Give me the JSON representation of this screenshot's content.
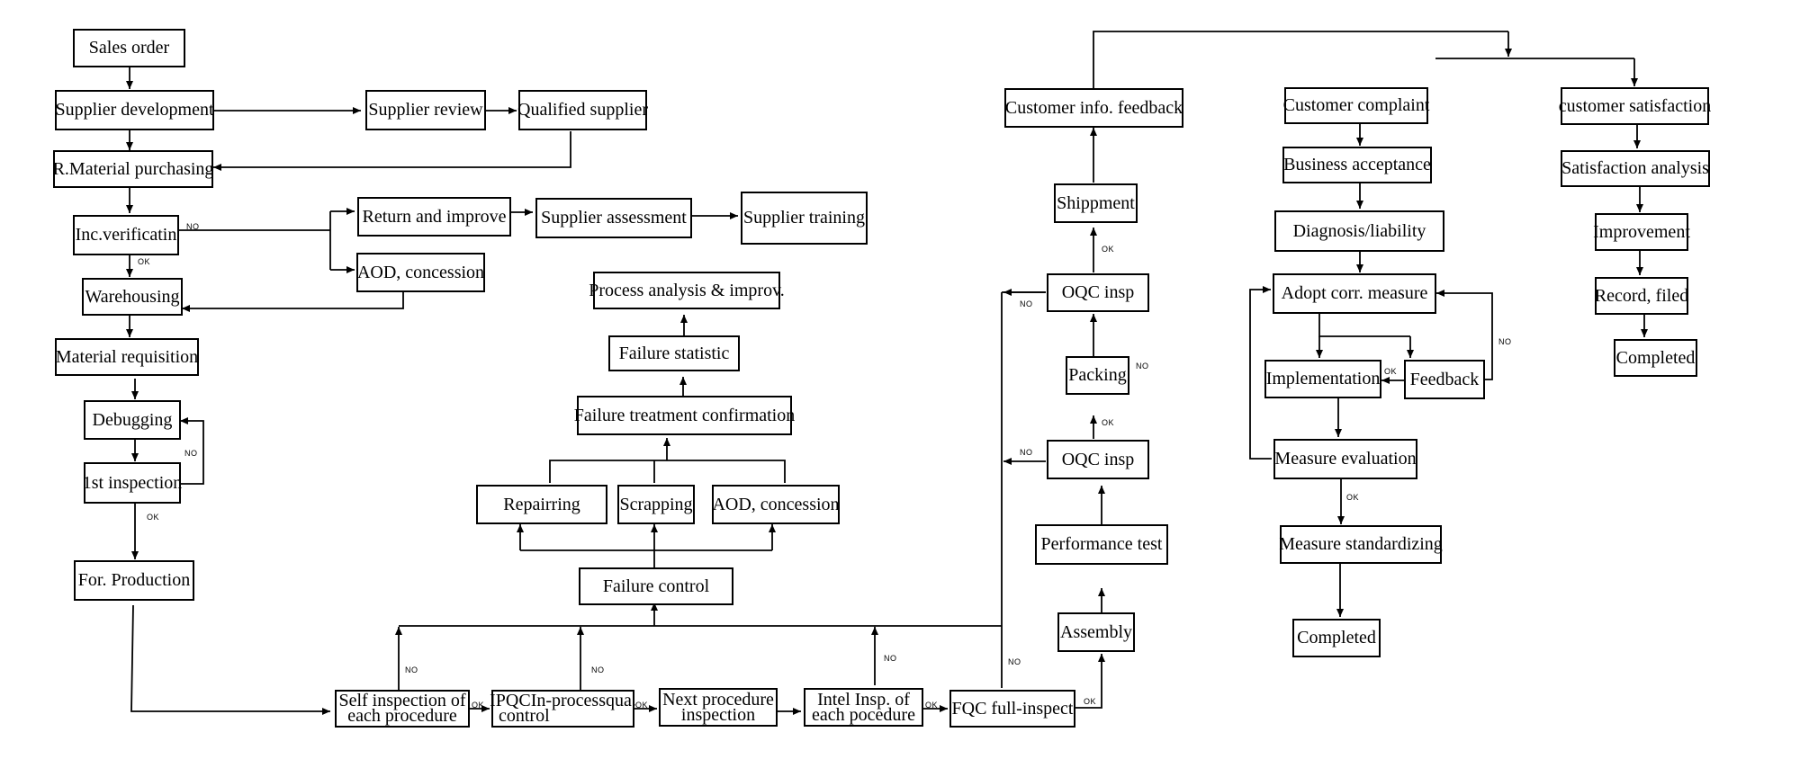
{
  "boxes": {
    "sales_order": "Sales order",
    "supplier_development": "Supplier development",
    "supplier_review": "Supplier review",
    "qualified_supplier": "Qualified supplier",
    "rmaterial_purchasing": "R.Material purchasing",
    "inc_verification": "Inc.verificatin",
    "return_improve": "Return and improve",
    "supplier_assessment": "Supplier assessment",
    "supplier_training": "Supplier training",
    "aod_concession_top": "AOD, concession",
    "warehousing": "Warehousing",
    "material_requisition": "Material requisition",
    "debugging": "Debugging",
    "first_inspection": "1st inspection",
    "for_production": "For. Production",
    "self_inspection_l1": "Self inspection of",
    "self_inspection_l2": "each procedure",
    "ipqc_l1": "IPQCIn-processqua.",
    "ipqc_l2": "control",
    "next_procedure_l1": "Next procedure",
    "next_procedure_l2": "inspection",
    "intel_insp_l1": "Intel Insp. of",
    "intel_insp_l2": "each pocedure",
    "fqc": "FQC full-inspect",
    "failure_control": "Failure control",
    "repairing": "Repairring",
    "scrapping": "Scrapping",
    "aod_concession_mid": "AOD, concession",
    "failure_treatment": "Failure treatment confirmation",
    "failure_statistic": "Failure statistic",
    "process_analysis": "Process analysis & improv.",
    "assembly": "Assembly",
    "performance_test": "Performance test",
    "oqc_insp_lower": "OQC insp",
    "packing": "Packing",
    "oqc_insp_upper": "OQC insp",
    "shipment": "Shippment",
    "customer_feedback": "Customer info. feedback",
    "customer_complaint": "Customer complaint",
    "business_acceptance": "Business acceptance",
    "diagnosis": "Diagnosis/liability",
    "adopt_measure": "Adopt corr. measure",
    "implementation": "Implementation",
    "feedback": "Feedback",
    "measure_evaluation": "Measure evaluation",
    "measure_standardizing": "Measure standardizing",
    "completed_complaint": "Completed",
    "customer_satisfaction": "customer satisfaction",
    "satisfaction_analysis": "Satisfaction analysis",
    "improvement": "Improvement",
    "record_filed": "Record, filed",
    "completed_satisfaction": "Completed"
  },
  "tags": {
    "no": "NO",
    "ok": "OK"
  }
}
